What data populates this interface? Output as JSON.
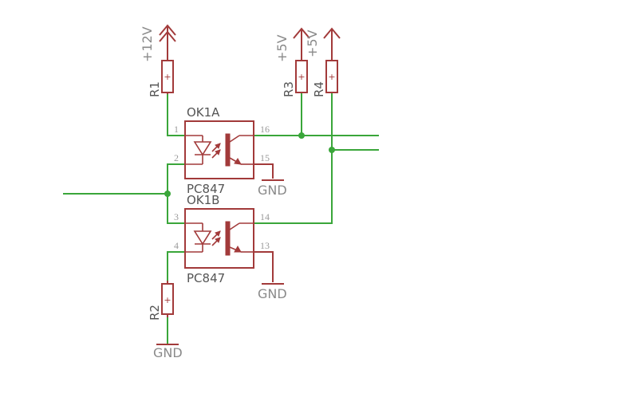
{
  "labels": {
    "r1_name": "R1",
    "r2_name": "R2",
    "r3_name": "R3",
    "r4_name": "R4",
    "r1_supply": "+12V",
    "r3_supply": "+5V",
    "r4_supply": "+5V",
    "ok1a_name": "OK1A",
    "ok1a_value": "PC847",
    "ok1b_name": "OK1B",
    "ok1b_value": "PC847",
    "gnd_15": "GND",
    "gnd_13": "GND",
    "gnd_r2": "GND",
    "resistor_mark": "+"
  },
  "pins": {
    "ok1a_anode": "1",
    "ok1a_cathode": "2",
    "ok1a_collector": "16",
    "ok1a_emitter": "15",
    "ok1b_anode": "3",
    "ok1b_cathode": "4",
    "ok1b_collector": "14",
    "ok1b_emitter": "13"
  },
  "colors": {
    "wire": "#3aa63a",
    "part": "#a23a3a",
    "label": "#8a8a8a"
  }
}
